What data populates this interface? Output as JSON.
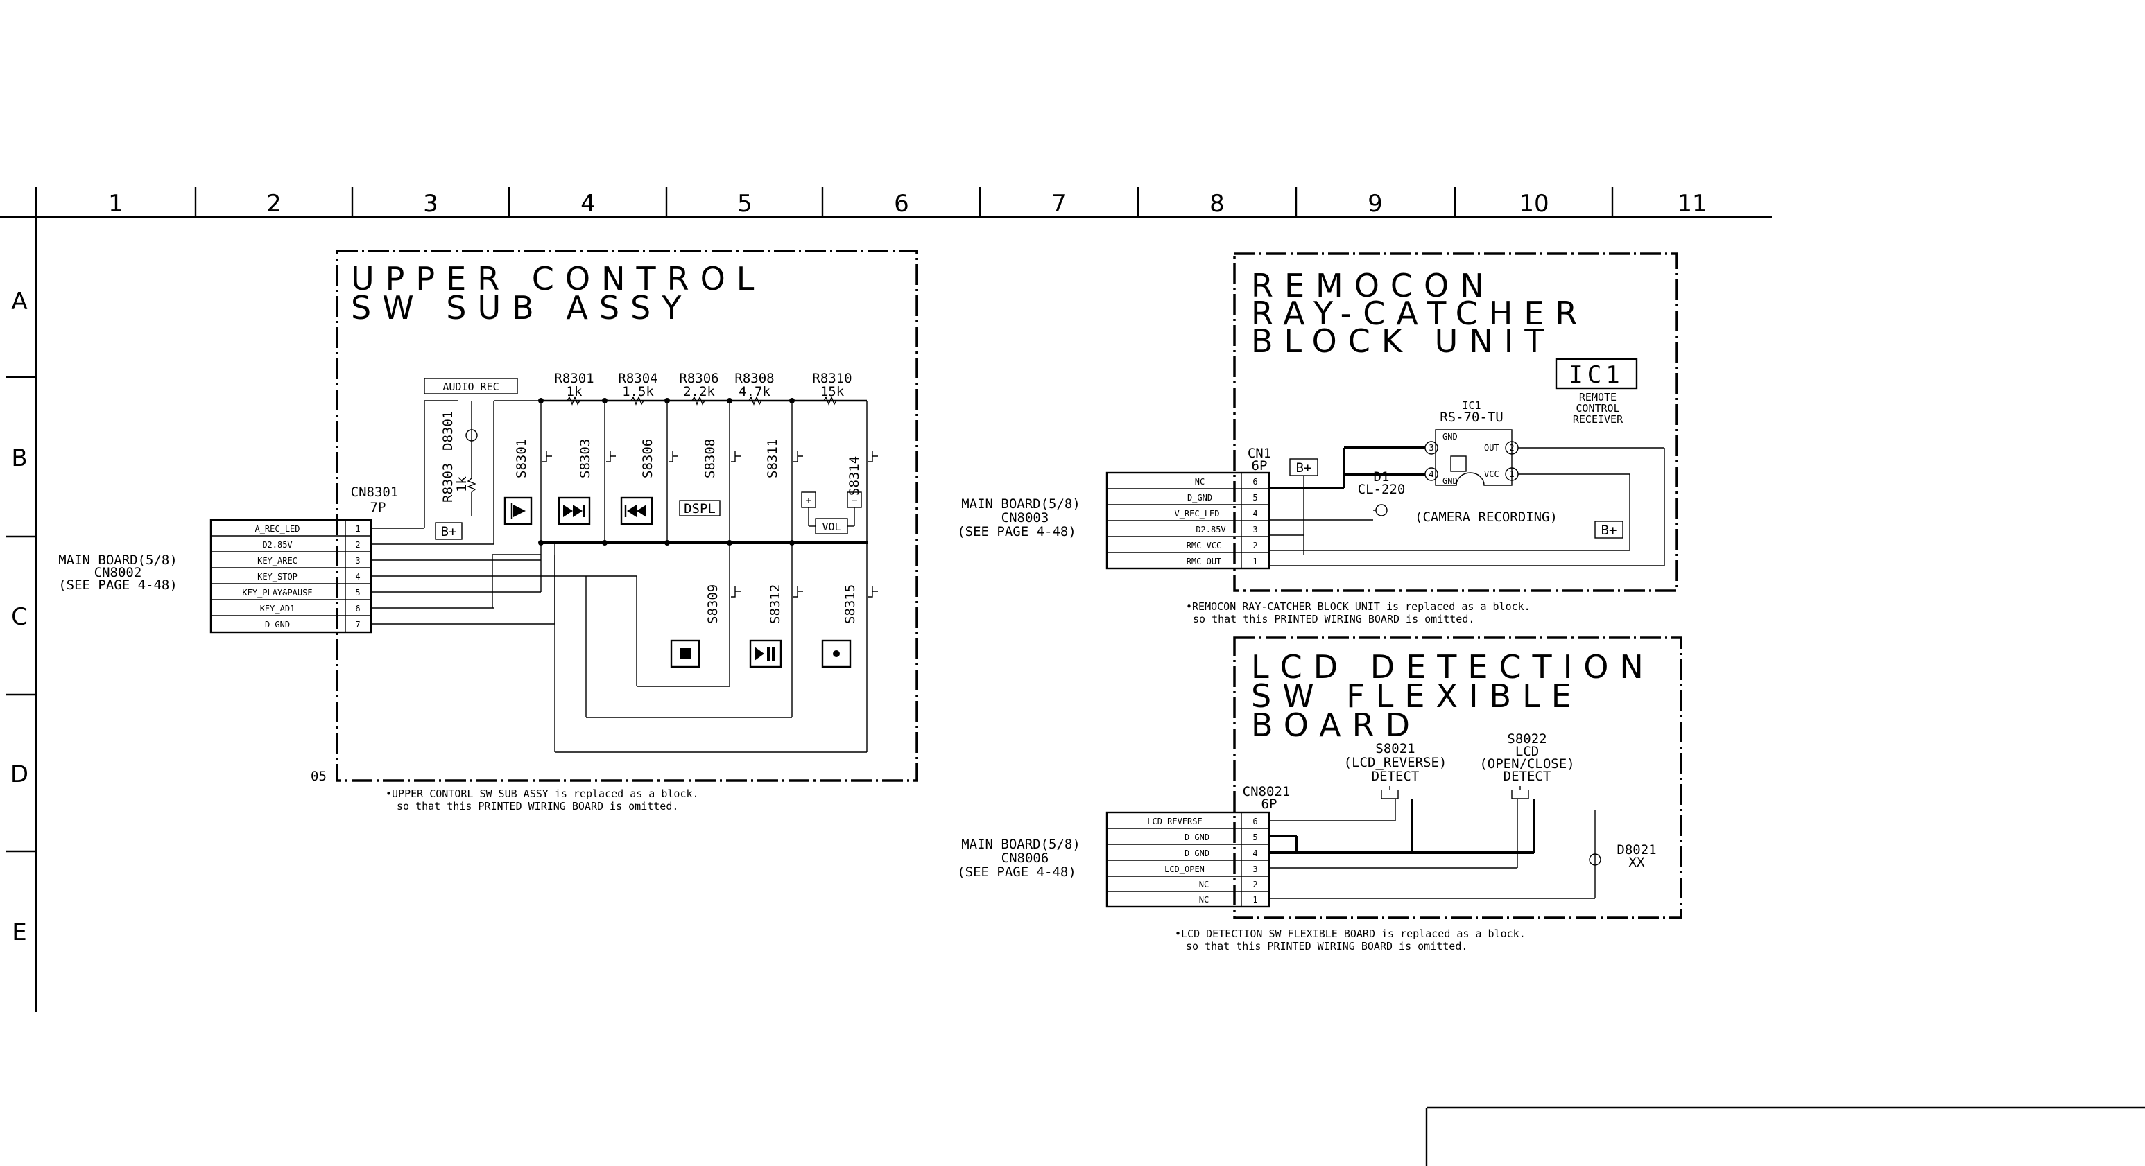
{
  "grid": {
    "columns": [
      "1",
      "2",
      "3",
      "4",
      "5",
      "6",
      "7",
      "8",
      "9",
      "10",
      "11"
    ],
    "rows": [
      "A",
      "B",
      "C",
      "D",
      "E"
    ]
  },
  "upper": {
    "title_line1": "UPPER CONTROL",
    "title_line2": "SW SUB ASSY",
    "audio_rec": "AUDIO REC",
    "resistors": [
      {
        "ref": "R8301",
        "val": "1k"
      },
      {
        "ref": "R8304",
        "val": "1.5k"
      },
      {
        "ref": "R8306",
        "val": "2.2k"
      },
      {
        "ref": "R8308",
        "val": "4.7k"
      },
      {
        "ref": "R8310",
        "val": "15k"
      }
    ],
    "r8303": "R8303",
    "r8303_val": "1k",
    "d8301": "D8301",
    "connector": "CN8301",
    "connector_pins": "7P",
    "bplus": "B+",
    "switches_top": [
      "S8301",
      "S8303",
      "S8306",
      "S8308",
      "S8311",
      "S8314"
    ],
    "switches_bottom": [
      "S8309",
      "S8312",
      "S8315"
    ],
    "dspl": "DSPL",
    "vol": "VOL",
    "plus": "+",
    "minus": "−",
    "corner_code": "05",
    "note_line1": "•UPPER CONTORL SW SUB ASSY is replaced as a block.",
    "note_line2": "so that this PRINTED WIRING BOARD is omitted."
  },
  "main_left": {
    "line1": "MAIN BOARD(5/8)",
    "line2": "CN8002",
    "line3": "(SEE PAGE 4-48)",
    "pins": [
      {
        "name": "A_REC_LED",
        "num": "1"
      },
      {
        "name": "D2.85V",
        "num": "2"
      },
      {
        "name": "KEY_AREC",
        "num": "3"
      },
      {
        "name": "KEY_STOP",
        "num": "4"
      },
      {
        "name": "KEY_PLAY&PAUSE",
        "num": "5"
      },
      {
        "name": "KEY_AD1",
        "num": "6"
      },
      {
        "name": "D_GND",
        "num": "7"
      }
    ]
  },
  "remocon": {
    "title_line1": "REMOCON",
    "title_line2": "RAY-CATCHER",
    "title_line3": "BLOCK UNIT",
    "ic1_box": "IC1",
    "ic1_desc1": "REMOTE",
    "ic1_desc2": "CONTROL",
    "ic1_desc3": "RECEIVER",
    "ic1_label": "IC1",
    "ic1_part": "RS-70-TU",
    "pin_gnd": "GND",
    "pin_out": "OUT",
    "pin_vcc": "VCC",
    "pin3": "3",
    "pin4": "4",
    "pin2": "2",
    "pin1": "1",
    "cn": "CN1",
    "cn_pins": "6P",
    "bplus": "B+",
    "d1": "D1",
    "d1_part": "CL-220",
    "camera_rec": "(CAMERA RECORDING)",
    "note_line1": "•REMOCON RAY-CATCHER BLOCK UNIT is replaced as a block.",
    "note_line2": "so that this PRINTED WIRING BOARD is omitted."
  },
  "main_right1": {
    "line1": "MAIN BOARD(5/8)",
    "line2": "CN8003",
    "line3": "(SEE PAGE 4-48)",
    "pins": [
      {
        "name": "NC",
        "num": "6"
      },
      {
        "name": "D_GND",
        "num": "5"
      },
      {
        "name": "V_REC_LED",
        "num": "4"
      },
      {
        "name": "D2.85V",
        "num": "3"
      },
      {
        "name": "RMC_VCC",
        "num": "2"
      },
      {
        "name": "RMC_OUT",
        "num": "1"
      }
    ]
  },
  "lcd": {
    "title_line1": "LCD DETECTION",
    "title_line2": "SW FLEXIBLE",
    "title_line3": "BOARD",
    "s8021": "S8021",
    "s8021_desc1": "(LCD_REVERSE)",
    "s8021_desc2": "DETECT",
    "s8022": "S8022",
    "s8022_desc1": "LCD",
    "s8022_desc2": "(OPEN/CLOSE)",
    "s8022_desc3": "DETECT",
    "cn": "CN8021",
    "cn_pins": "6P",
    "d8021": "D8021",
    "d8021_val": "XX",
    "note_line1": "•LCD DETECTION SW FLEXIBLE BOARD is replaced as a block.",
    "note_line2": "so that this PRINTED WIRING BOARD is omitted."
  },
  "main_right2": {
    "line1": "MAIN BOARD(5/8)",
    "line2": "CN8006",
    "line3": "(SEE PAGE 4-48)",
    "pins": [
      {
        "name": "LCD_REVERSE",
        "num": "6"
      },
      {
        "name": "D_GND",
        "num": "5"
      },
      {
        "name": "D_GND",
        "num": "4"
      },
      {
        "name": "LCD_OPEN",
        "num": "3"
      },
      {
        "name": "NC",
        "num": "2"
      },
      {
        "name": "NC",
        "num": "1"
      }
    ]
  }
}
